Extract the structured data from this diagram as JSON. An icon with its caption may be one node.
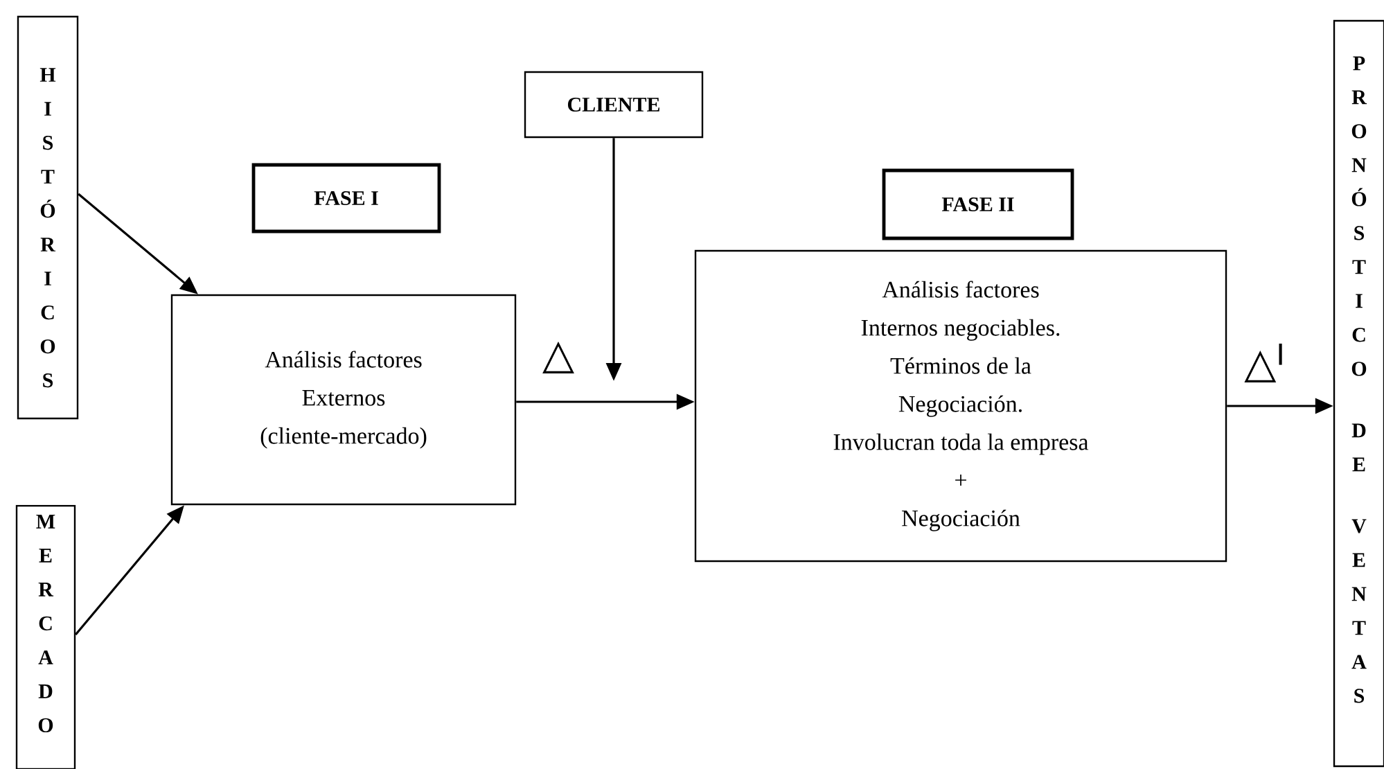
{
  "diagram": {
    "nodes": [
      {
        "text": [
          "HISTÓRICOS"
        ]
      },
      {
        "text": [
          "CLIENTE"
        ]
      },
      {
        "text": [
          "FASE I"
        ]
      },
      {
        "text": [
          "FASE II"
        ]
      },
      {
        "text": [
          "Análisis factores Externos (cliente-mercado)"
        ]
      },
      {
        "text": [
          "Análisis factores Internos negociables.",
          "Términos de la Negociación.",
          "Involucran toda la empresa",
          "+",
          "Negociación"
        ]
      },
      {
        "text": [
          "MERCADO"
        ]
      },
      {
        "text": [
          "PRONÓSTICO DE VENTAS"
        ]
      }
    ],
    "edges": [
      {
        "from": 0,
        "to": 4,
        "arrow": "to"
      },
      {
        "from": 6,
        "to": 4,
        "arrow": "to"
      },
      {
        "from": 1,
        "to": null,
        "arrow": "to"
      },
      {
        "from": 4,
        "to": 5,
        "arrow": "to",
        "label": "△"
      },
      {
        "from": 5,
        "to": 7,
        "arrow": "to",
        "label": "△$^{I}$"
      }
    ]
  }
}
